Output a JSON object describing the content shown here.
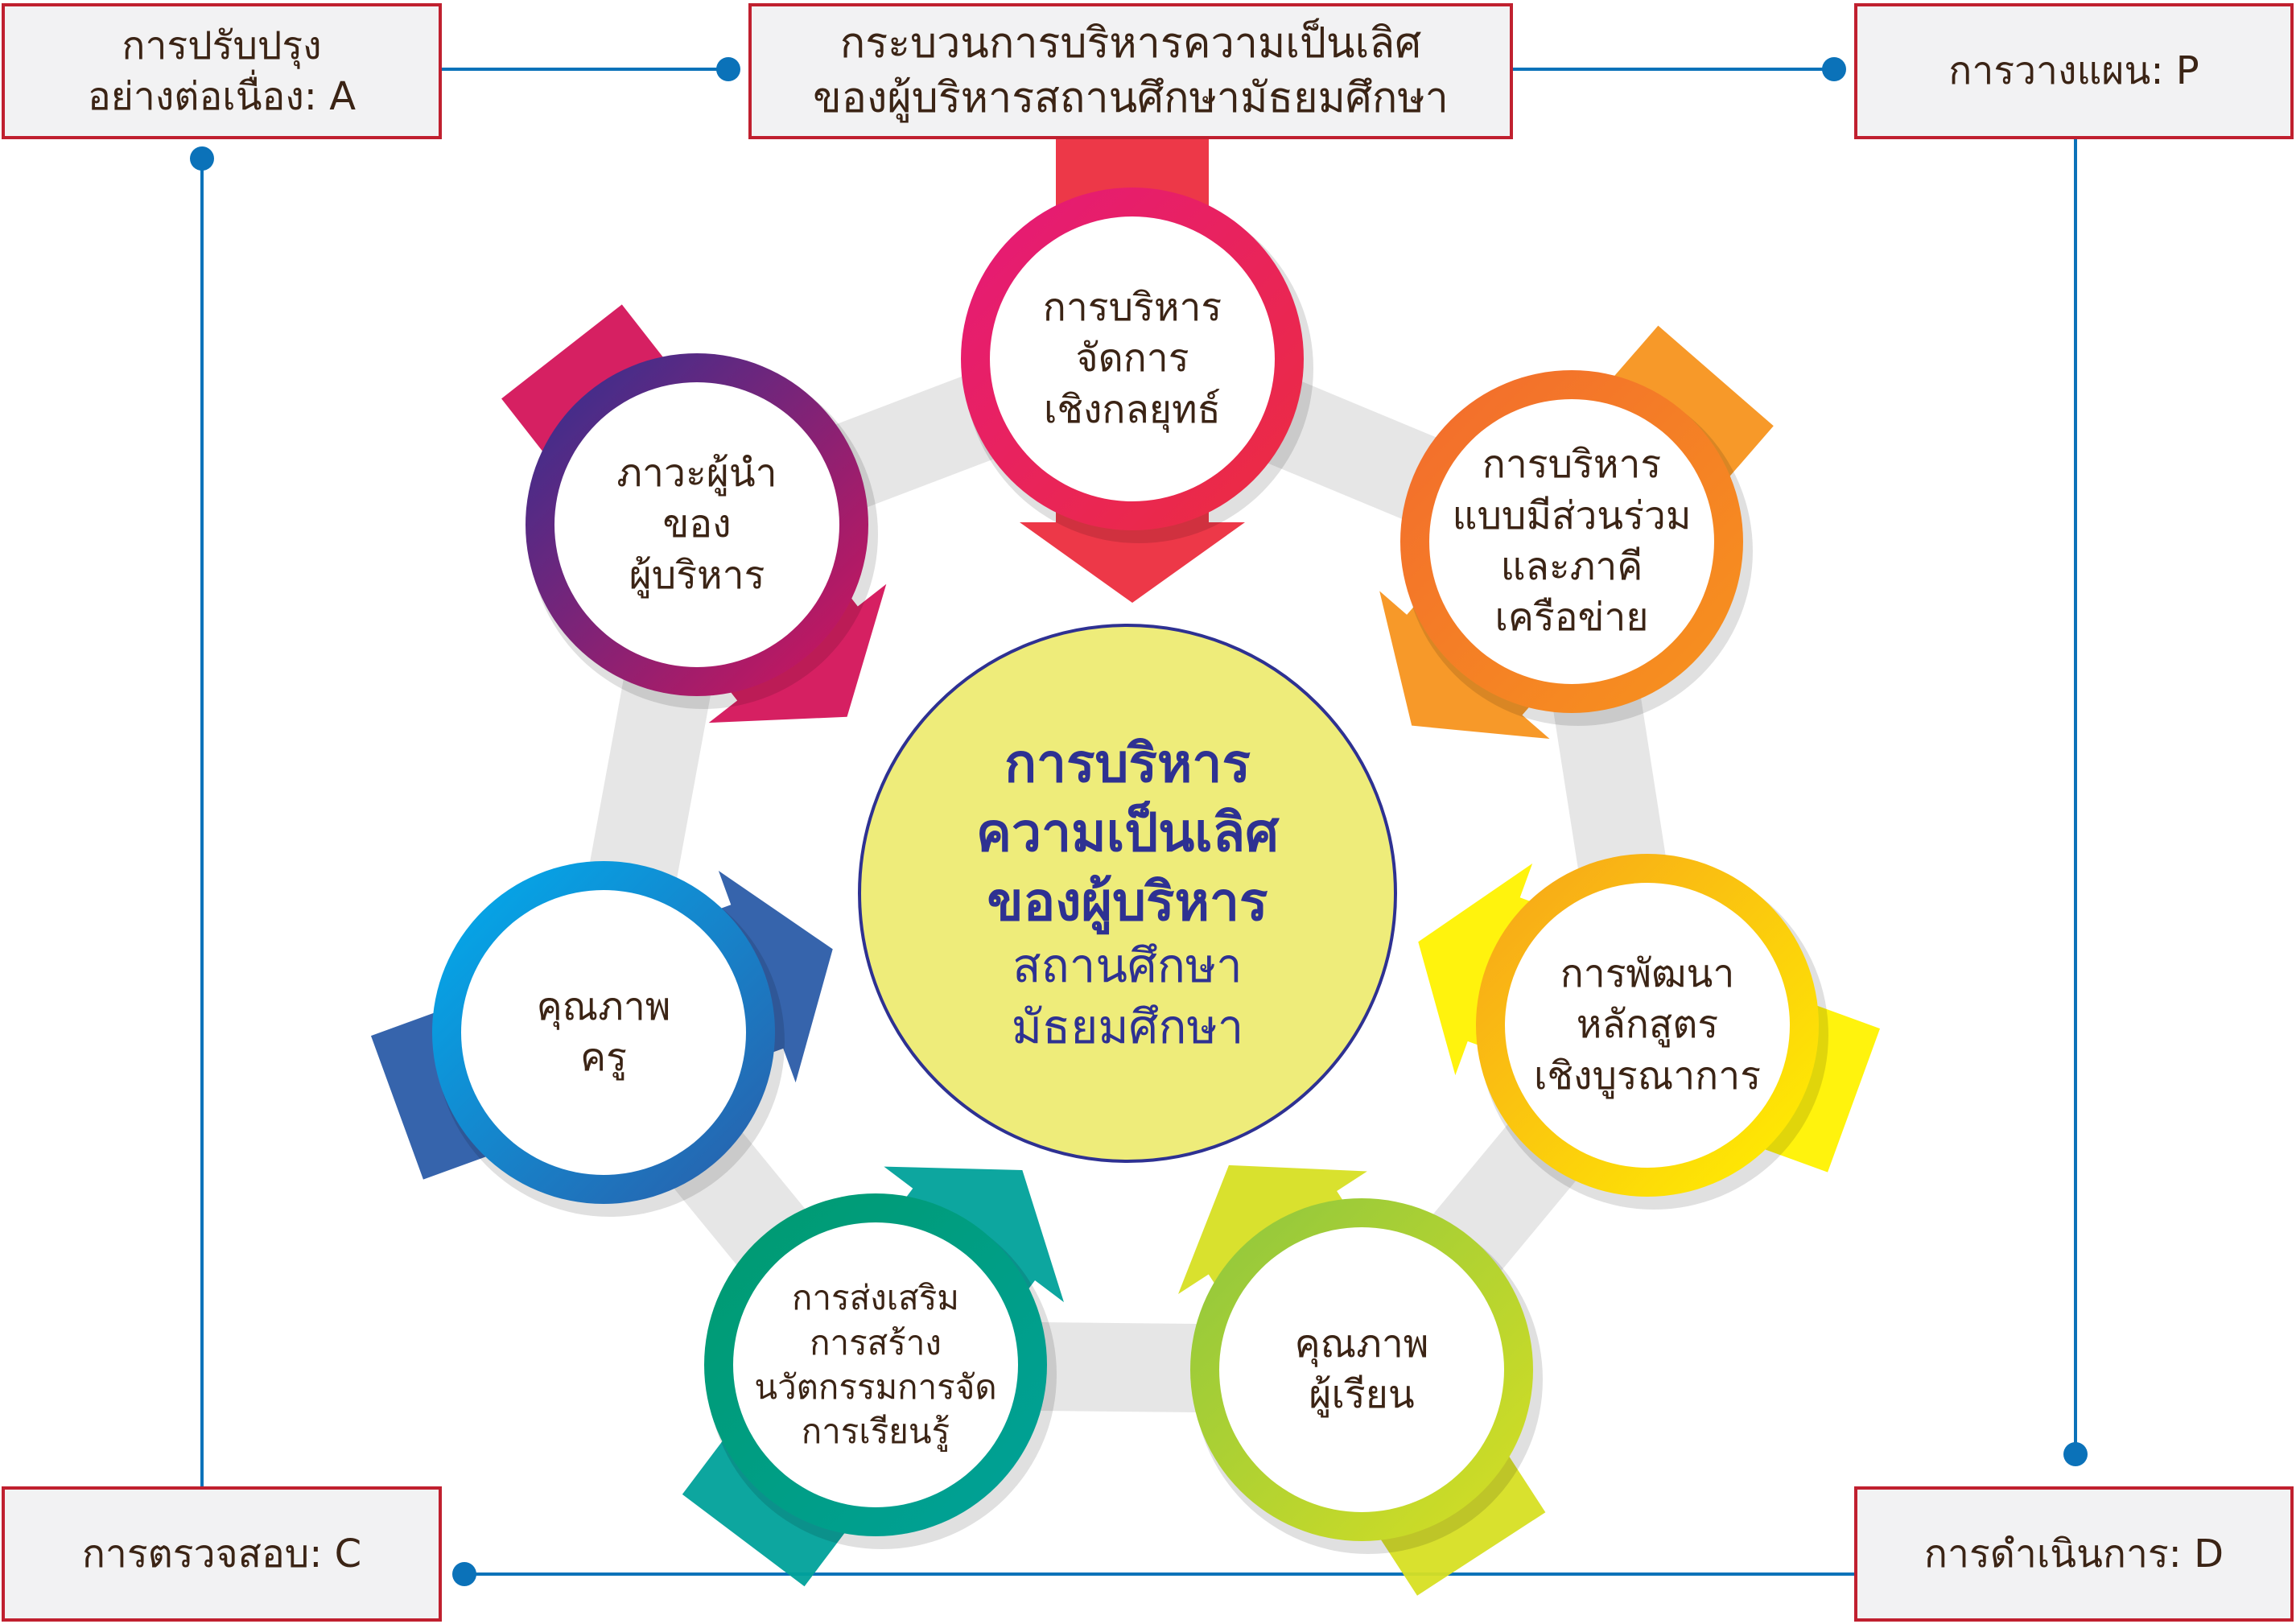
{
  "title": "กระบวนการบริหารความเป็นเลิศ\nของผู้บริหารสถานศึกษามัธยมศึกษา",
  "pdca": {
    "plan": "การวางแผน: P",
    "do": "การดำเนินการ: D",
    "check": "การตรวจสอบ: C",
    "act": "การปรับปรุง\nอย่างต่อเนื่อง: A"
  },
  "center": {
    "line1": "การบริหาร",
    "line2": "ความเป็นเลิศ",
    "line3": "ของผู้บริหาร",
    "line4": "สถานศึกษา",
    "line5": "มัธยมศึกษา"
  },
  "components": [
    {
      "label": "การบริหาร\nจัดการ\nเชิงกลยุทธ์",
      "colors": [
        "#e5197a",
        "#ec2d3e"
      ]
    },
    {
      "label": "การบริหาร\nแบบมีส่วนร่วม\nและภาคี\nเครือข่าย",
      "colors": [
        "#f26a2e",
        "#f7941d"
      ]
    },
    {
      "label": "การพัฒนา\nหลักสูตร\nเชิงบูรณาการ",
      "colors": [
        "#f7a21b",
        "#fff200"
      ]
    },
    {
      "label": "คุณภาพ\nผู้เรียน",
      "colors": [
        "#8dc63f",
        "#d7df23"
      ]
    },
    {
      "label": "การส่งเสริม\nการสร้าง\nนวัตกรรมการจัด\nการเรียนรู้",
      "colors": [
        "#009a6e",
        "#00a19a"
      ]
    },
    {
      "label": "คุณภาพ\nครู",
      "colors": [
        "#00aeef",
        "#2b5ca8"
      ]
    },
    {
      "label": "ภาวะผู้นำ\nของ\nผู้บริหาร",
      "colors": [
        "#2e3192",
        "#d4145a"
      ]
    }
  ],
  "colors": {
    "box_border": "#c0202f",
    "connector": "#0b72b9",
    "center_fill": "#eeec7a",
    "center_text": "#2e3192",
    "band": "#e6e6e6"
  }
}
